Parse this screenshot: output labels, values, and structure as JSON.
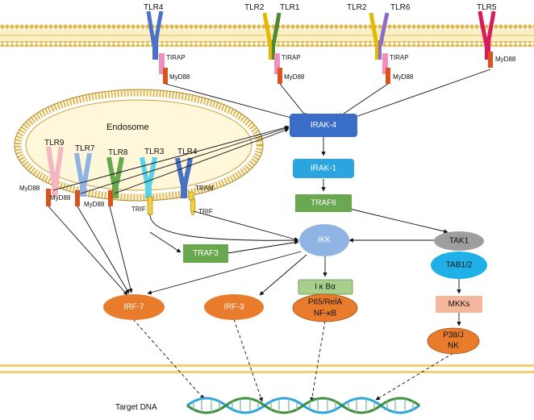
{
  "colors": {
    "membrane_gold": "#e9c65a",
    "membrane_head": "#f2d77c",
    "endosome_fill": "#fff7d9",
    "irak4": "#3a6dc7",
    "irak1": "#2aa5e0",
    "traf_green": "#6aa84f",
    "ikk": "#8fb4e3",
    "irf_orange": "#e97b2c",
    "ikb_green": "#a8d08d",
    "tak1_grey": "#9e9e9e",
    "tab_blue": "#1fb0e8",
    "mkk_peach": "#f5b79b",
    "myd88_orange": "#d9531e"
  },
  "membrane_receptors": [
    {
      "label": "TLR4",
      "color": "#4a72c4"
    },
    {
      "label": "TLR2",
      "color": "#e6b800"
    },
    {
      "label": "TLR1",
      "color": "#4b8a2e"
    },
    {
      "label": "TLR2",
      "color": "#e6b800"
    },
    {
      "label": "TLR6",
      "color": "#8e6cc3"
    },
    {
      "label": "TLR5",
      "color": "#d81b5a"
    }
  ],
  "adaptors": {
    "tirap": "TIRAP",
    "myd88": "MyD88",
    "trif": "TRIF",
    "tram": "TRAM"
  },
  "endosome": {
    "title": "Endosome",
    "receptors": [
      {
        "label": "TLR9",
        "color": "#f4b6c2"
      },
      {
        "label": "TLR7",
        "color": "#8fb4e3"
      },
      {
        "label": "TLR8",
        "color": "#6aa84f"
      },
      {
        "label": "TLR3",
        "color": "#5ad3e6"
      },
      {
        "label": "TLR4",
        "color": "#4a72c4"
      }
    ]
  },
  "nodes": {
    "irak4": "IRAK-4",
    "irak1": "IRAK-1",
    "traf6": "TRAF6",
    "traf3": "TRAF3",
    "ikk": "IKK",
    "tak1": "TAK1",
    "tab12": "TAB1/2",
    "mkks": "MKKs",
    "p38_line1": "P38/J",
    "p38_line2": "NK",
    "irf7": "IRF-7",
    "irf3": "IRF-3",
    "ikb": "I κ Bα",
    "nfkb_line1": "P65/RelA",
    "nfkb_line2": "NF-κB"
  },
  "target_dna": "Target DNA"
}
